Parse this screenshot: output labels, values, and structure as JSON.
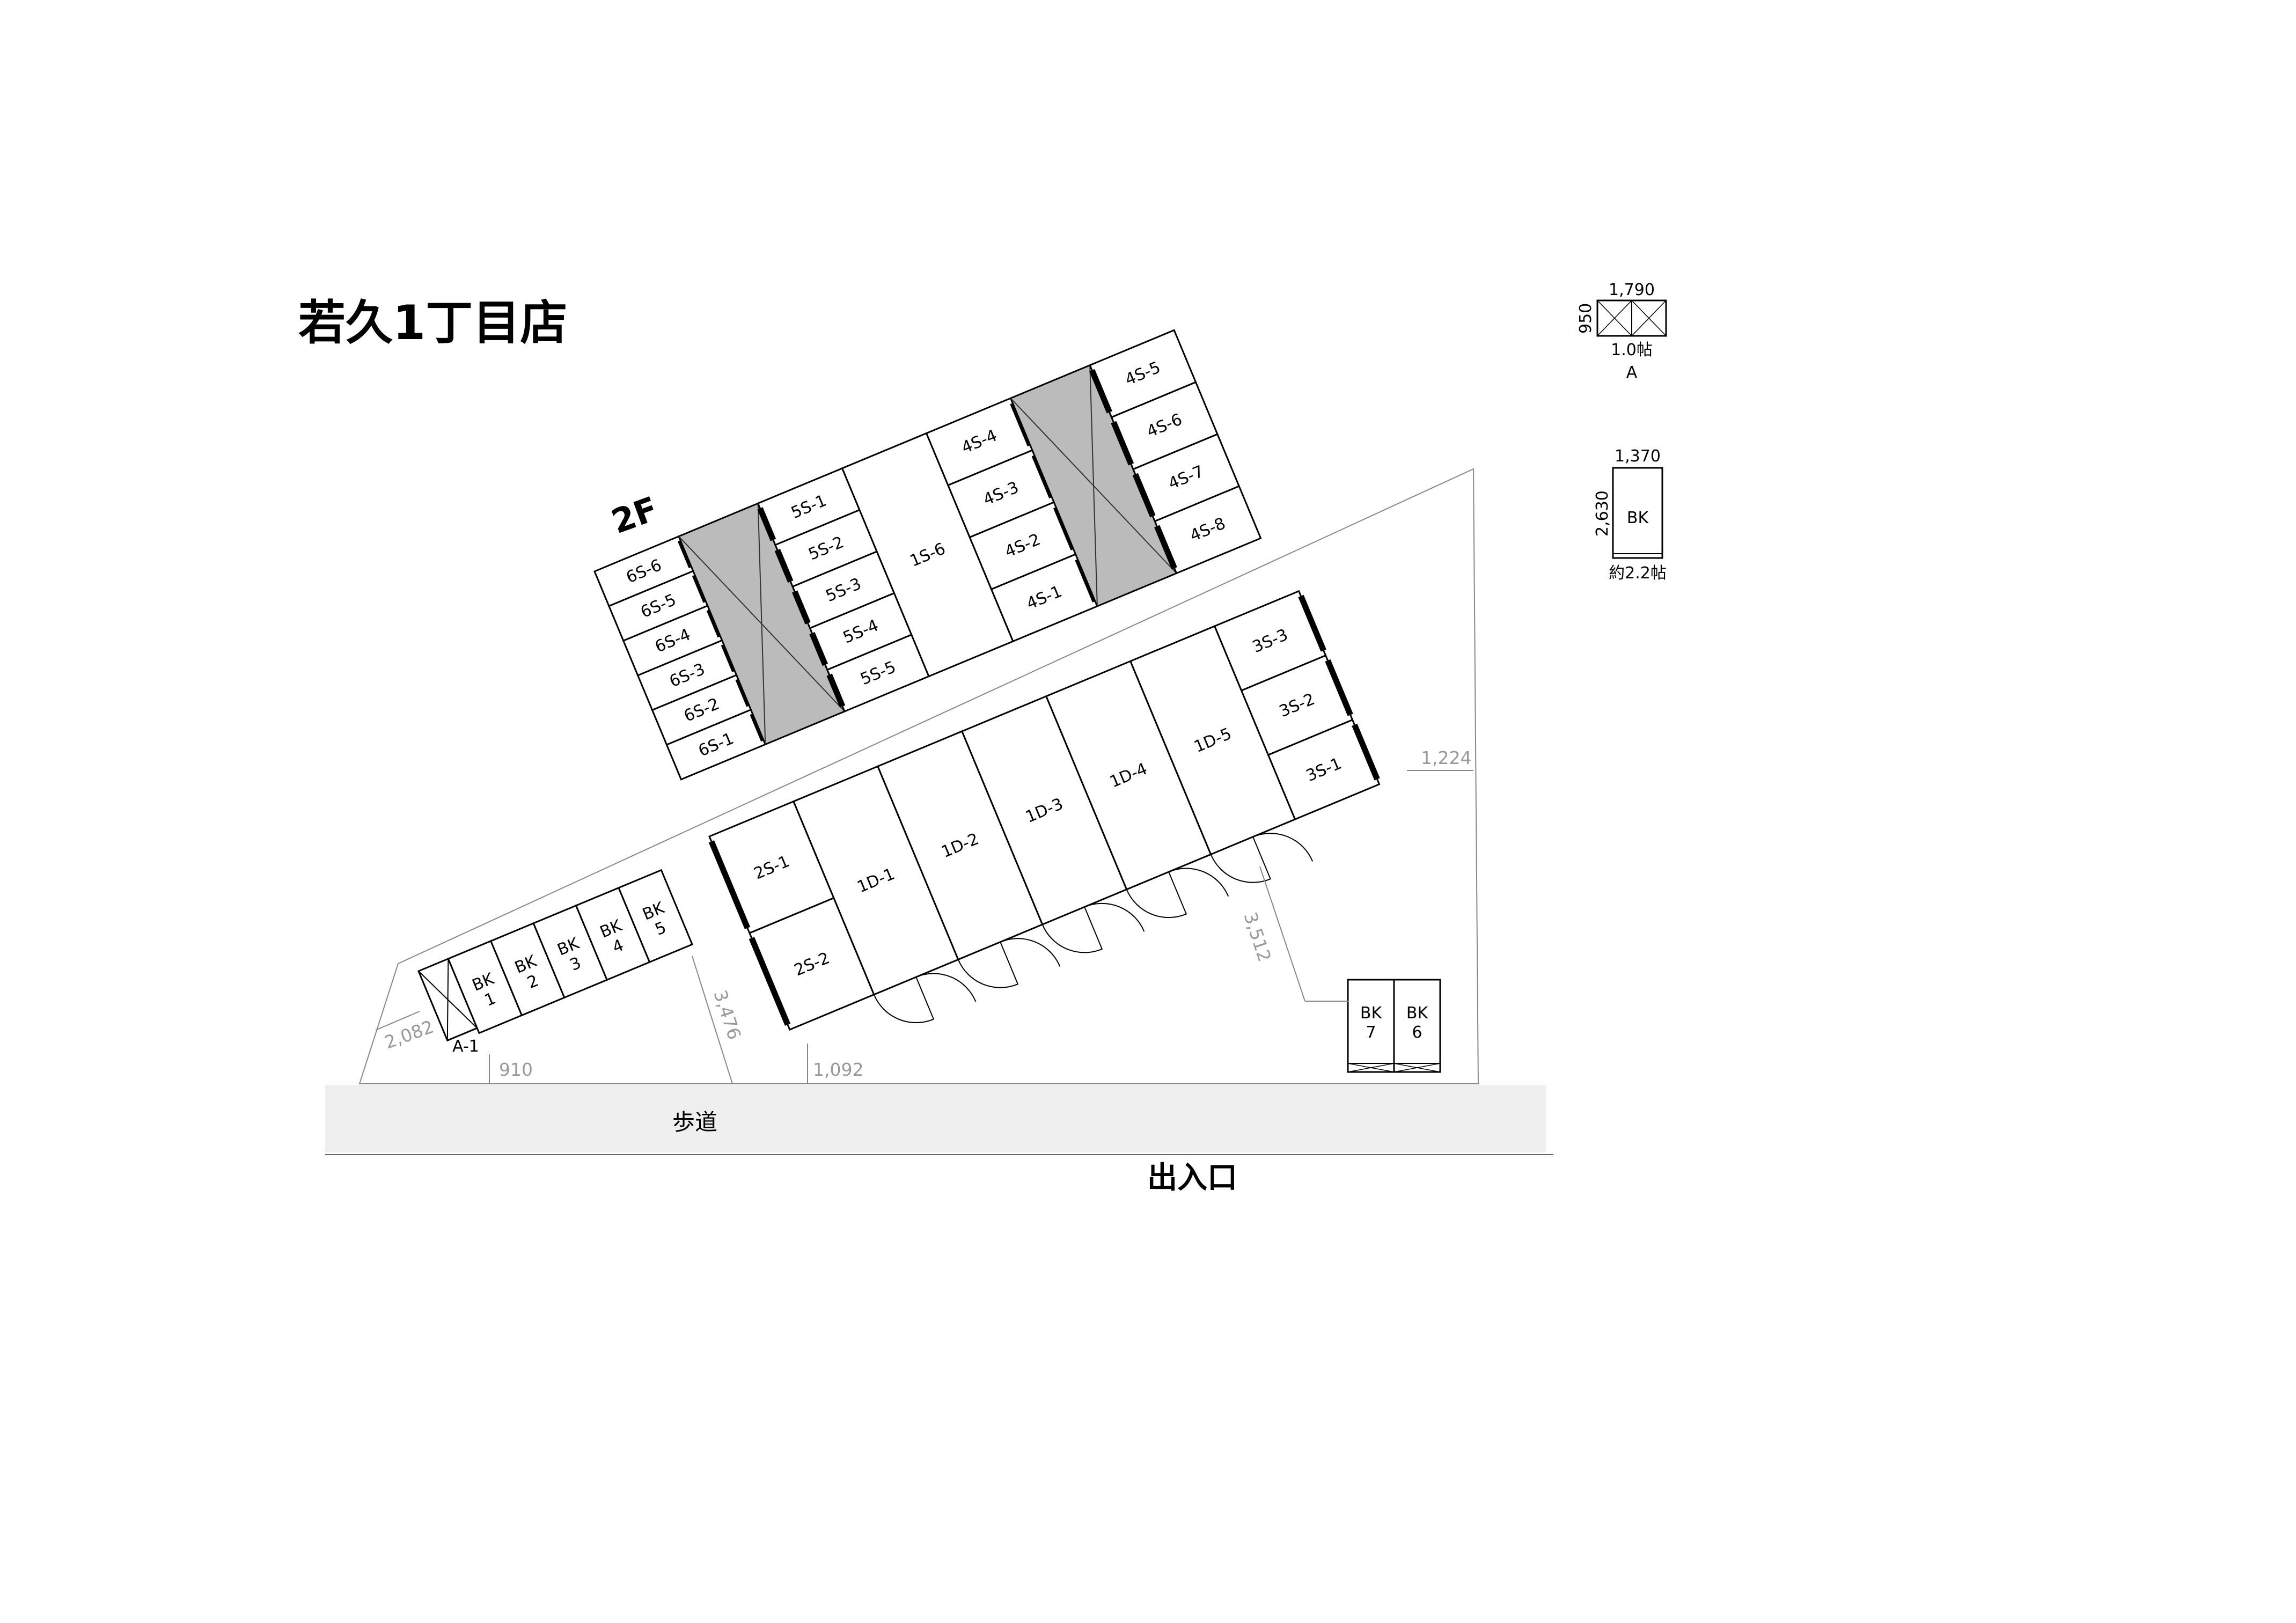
{
  "title": "若久1丁目店",
  "floor_label": "2F",
  "legend": {
    "a_width": "1,790",
    "a_depth": "950",
    "a_area": "1.0帖",
    "a_name": "A",
    "bk_width": "1,370",
    "bk_depth": "2,630",
    "bk_name": "BK",
    "bk_area": "約2.2帖"
  },
  "units": {
    "row_6s": [
      "6S-6",
      "6S-5",
      "6S-4",
      "6S-3",
      "6S-2",
      "6S-1"
    ],
    "row_5s": [
      "5S-1",
      "5S-2",
      "5S-3",
      "5S-4",
      "5S-5"
    ],
    "unit_1s6": "1S-6",
    "row_4s_left": [
      "4S-4",
      "4S-3",
      "4S-2",
      "4S-1"
    ],
    "row_4s_right": [
      "4S-5",
      "4S-6",
      "4S-7",
      "4S-8"
    ],
    "row_2s": [
      "2S-1",
      "2S-2"
    ],
    "row_1d": [
      "1D-1",
      "1D-2",
      "1D-3",
      "1D-4",
      "1D-5"
    ],
    "row_3s": [
      "3S-3",
      "3S-2",
      "3S-1"
    ],
    "a1": "A-1",
    "bikes": [
      {
        "top": "BK",
        "bottom": "1"
      },
      {
        "top": "BK",
        "bottom": "2"
      },
      {
        "top": "BK",
        "bottom": "3"
      },
      {
        "top": "BK",
        "bottom": "4"
      },
      {
        "top": "BK",
        "bottom": "5"
      }
    ],
    "bikes_right": [
      {
        "top": "BK",
        "bottom": "7"
      },
      {
        "top": "BK",
        "bottom": "6"
      }
    ]
  },
  "dimensions": {
    "d2082": "2,082",
    "d910": "910",
    "d3476": "3,476",
    "d1092": "1,092",
    "d3512": "3,512",
    "d1224": "1,224"
  },
  "sidewalk": "歩道",
  "entrance": "出入口"
}
